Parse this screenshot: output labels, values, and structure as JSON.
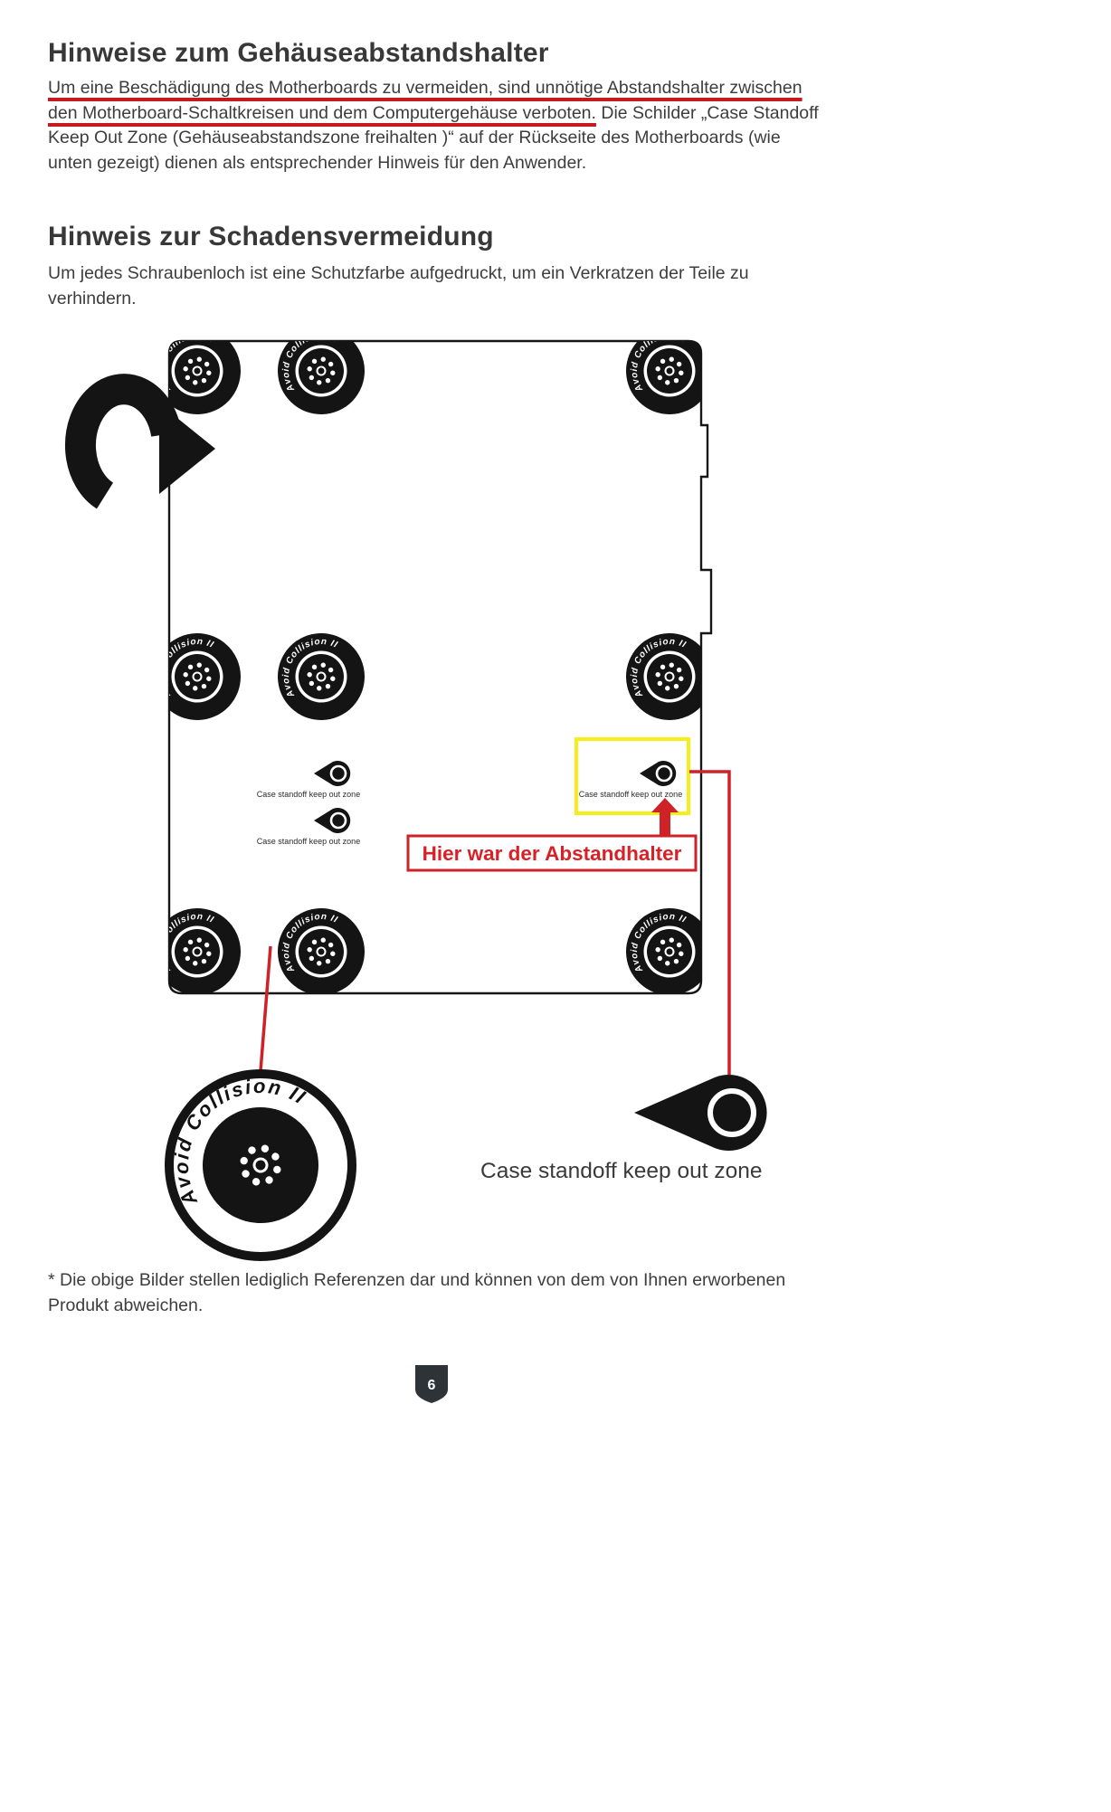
{
  "doc": {
    "section1": {
      "title": "Hinweise zum Gehäuseabstandshalter",
      "underlined_text": "Um eine Beschädigung des Motherboards zu vermeiden, sind unnötige Abstandshalter zwischen den Motherboard-Schaltkreisen und dem Computergehäuse verboten.",
      "rest_text": " Die Schilder „Case Standoff Keep Out Zone (Gehäuseabstandszone freihalten )“ auf der Rückseite des Motherboards (wie unten gezeigt) dienen als entsprechender Hinweis für den Anwender."
    },
    "section2": {
      "title": "Hinweis zur Schadensvermeidung",
      "text": "Um jedes Schraubenloch ist eine Schutzfarbe aufgedruckt, um ein Verkratzen der Teile zu verhindern."
    },
    "diagram": {
      "badge_text": "Avoid Collision II",
      "keepout_label": "Case standoff keep out zone",
      "callout_label": "Hier war der Abstandhalter",
      "zoom_caption": "Case standoff keep out zone"
    },
    "footnote": "* Die obige Bilder stellen lediglich Referenzen dar und können von dem von Ihnen erworbenen Produkt abweichen.",
    "page_number": "6",
    "colors": {
      "red": "#cf2128",
      "yellow": "#f6ee16",
      "black": "#141414",
      "text": "#3d3d3d"
    }
  }
}
